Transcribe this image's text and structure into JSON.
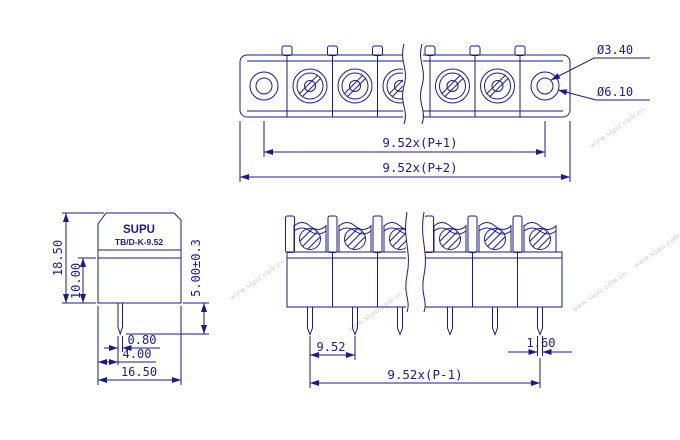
{
  "meta": {
    "title": "Terminal block technical drawing",
    "ink_color": "#1b1b8e",
    "watermark_color": "#cccccc"
  },
  "watermark": {
    "text": "www.supu.com.cn"
  },
  "top_view": {
    "dim_span_inner": "9.52x(P+1)",
    "dim_span_outer": "9.52x(P+2)",
    "dia_small": "Ø3.40",
    "dia_large": "Ø6.10"
  },
  "side_view": {
    "brand": "SUPU",
    "model": "TB/D-K-9.52",
    "dim_total_height": "18.50",
    "dim_base_height": "10.00",
    "dim_pin_length": "5.00±0.3",
    "dim_pin_width": "0.80",
    "dim_pin_offset": "4.00",
    "dim_depth": "16.50"
  },
  "front_view": {
    "dim_pitch": "9.52",
    "dim_pin_width": "1.60",
    "dim_pin_span": "9.52x(P-1)"
  }
}
